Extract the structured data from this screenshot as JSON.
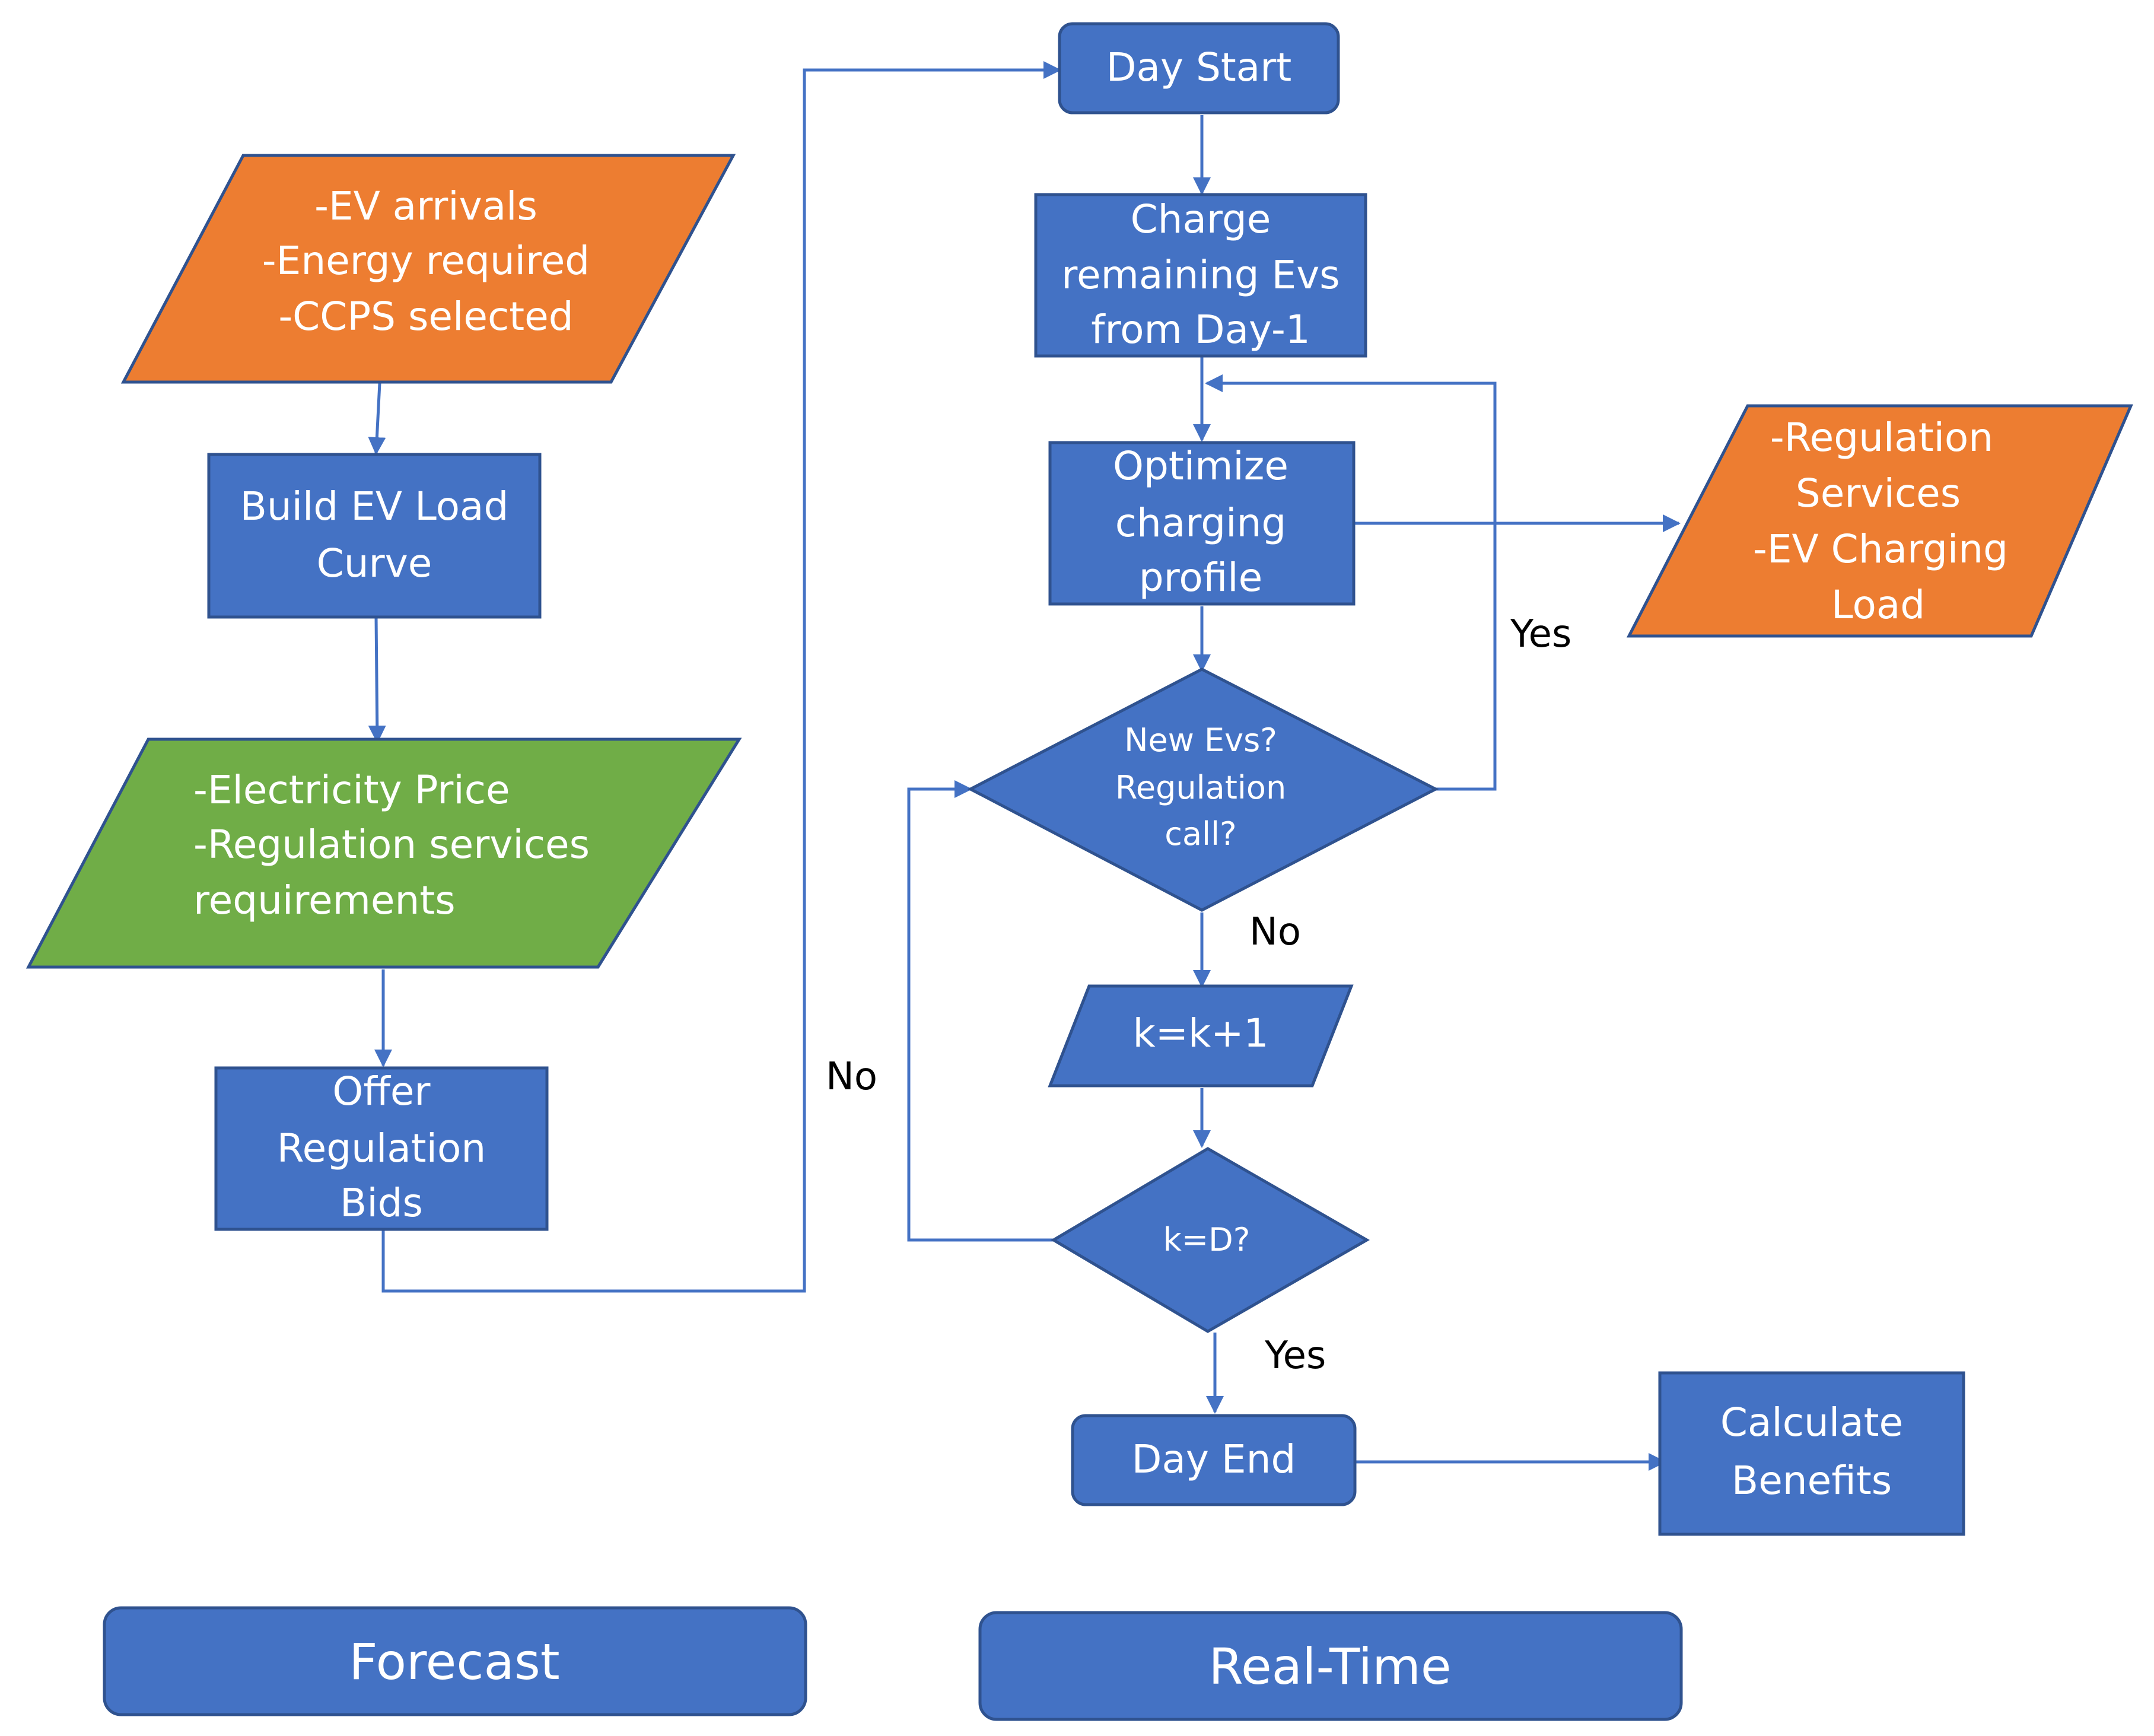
{
  "colors": {
    "process": "#4472C4",
    "data_io": "#ED7D31",
    "market_data": "#70AD47",
    "connector": "#4472C4"
  },
  "nodes": {
    "ev_inputs": [
      "-EV arrivals",
      "-Energy required",
      "-CCPS selected"
    ],
    "build_curve": [
      "Build EV Load",
      "Curve"
    ],
    "market_inputs": [
      "-Electricity Price",
      "-Regulation services",
      "requirements"
    ],
    "offer_bids": [
      "Offer",
      "Regulation",
      "Bids"
    ],
    "day_start": "Day Start",
    "charge_remaining": [
      "Charge",
      "remaining Evs",
      "from Day-1"
    ],
    "optimize": [
      "Optimize",
      "charging",
      "profile"
    ],
    "outputs": [
      "-Regulation",
      "Services",
      "-EV Charging",
      "Load"
    ],
    "decision_new": [
      "New Evs?",
      "Regulation",
      "call?"
    ],
    "increment": "k=k+1",
    "decision_k": "k=D?",
    "day_end": "Day End",
    "calc_benefits": [
      "Calculate",
      "Benefits"
    ]
  },
  "edge_labels": {
    "yes_loop": "Yes",
    "no_down": "No",
    "no_loop": "No",
    "yes_end": "Yes"
  },
  "sections": {
    "forecast": "Forecast",
    "realtime": "Real-Time"
  }
}
